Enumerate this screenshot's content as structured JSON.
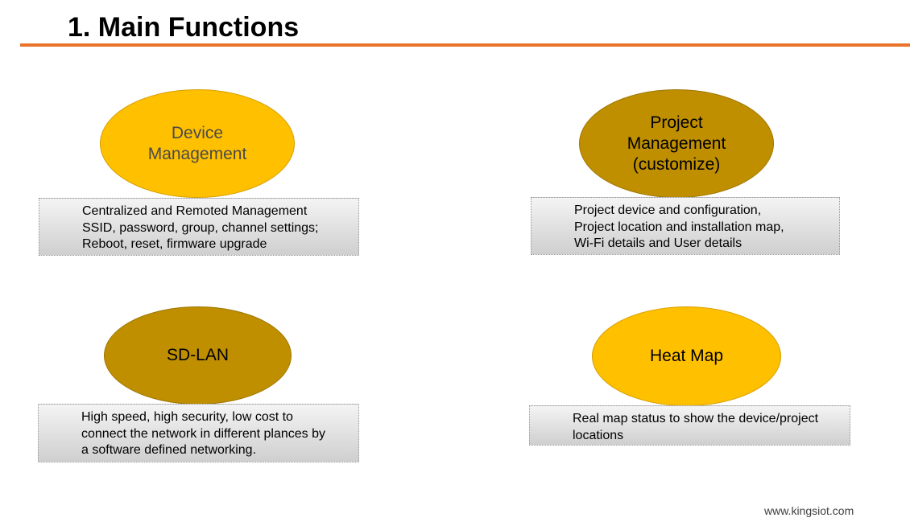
{
  "title": "1. Main Functions",
  "accent_color": "#e8742a",
  "functions": [
    {
      "name": "Device\nManagement",
      "color": "#ffc000",
      "details": [
        "Centralized and Remoted Management",
        "SSID, password, group, channel settings;",
        "Reboot, reset, firmware upgrade"
      ]
    },
    {
      "name": "Project\nManagement\n(customize)",
      "color": "#bf8f00",
      "details": [
        "Project device and configuration,",
        "Project location and installation map,",
        "Wi-Fi details and User details"
      ]
    },
    {
      "name": "SD-LAN",
      "color": "#bf8f00",
      "details": [
        "High speed, high security, low cost to",
        "connect the network in different plances by",
        "a software defined networking."
      ]
    },
    {
      "name": "Heat Map",
      "color": "#ffc000",
      "details": [
        "Real map status to show the device/project",
        "locations"
      ]
    }
  ],
  "footer": "www.kingsiot.com"
}
